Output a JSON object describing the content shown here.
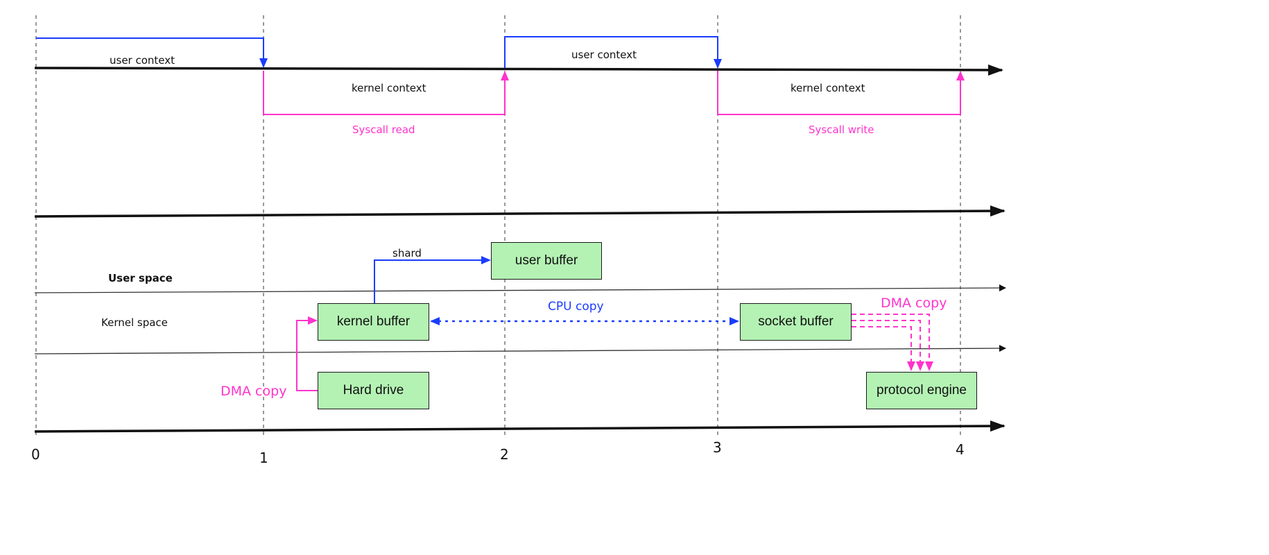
{
  "context_labels": {
    "user_context_1": "user context",
    "user_context_2": "user context",
    "kernel_context_1": "kernel context",
    "kernel_context_2": "kernel context"
  },
  "syscalls": {
    "read": "Syscall read",
    "write": "Syscall write"
  },
  "spaces": {
    "user": "User space",
    "kernel": "Kernel  space"
  },
  "boxes": {
    "user_buffer": "user buffer",
    "kernel_buffer": "kernel buffer",
    "hard_drive": "Hard drive",
    "socket_buffer": "socket buffer",
    "protocol_engine": "protocol engine"
  },
  "edges": {
    "shard": "shard",
    "cpu_copy": "CPU copy",
    "dma_copy_left": "DMA copy",
    "dma_copy_right": "DMA copy"
  },
  "ticks": [
    "0",
    "1",
    "2",
    "3",
    "4"
  ],
  "colors": {
    "user_context_line": "#1a3cff",
    "kernel_context_line": "#ff33cc",
    "box_fill": "#b4f2b4",
    "axis": "#111111"
  }
}
